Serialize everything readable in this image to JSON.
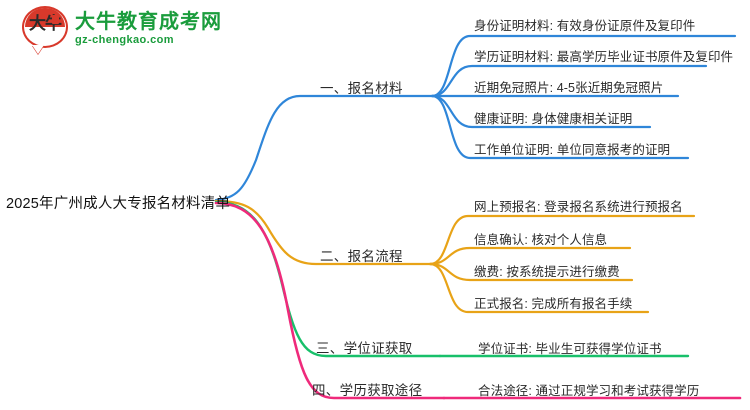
{
  "logo": {
    "badge_chars": "大牛",
    "title": "大牛教育成考网",
    "subtitle": "gz-chengkao.com",
    "brand_green": "#1a9c3c",
    "brand_red": "#d8392b"
  },
  "mindmap": {
    "root": "2025年广州成人大专报名材料清单",
    "branches": [
      {
        "label": "一、报名材料",
        "color": "#2f86d9",
        "children": [
          "身份证明材料: 有效身份证原件及复印件",
          "学历证明材料: 最高学历毕业证书原件及复印件",
          "近期免冠照片: 4-5张近期免冠照片",
          "健康证明: 身体健康相关证明",
          "工作单位证明: 单位同意报考的证明"
        ]
      },
      {
        "label": "二、报名流程",
        "color": "#e8a317",
        "children": [
          "网上预报名: 登录报名系统进行预报名",
          "信息确认: 核对个人信息",
          "缴费: 按系统提示进行缴费",
          "正式报名: 完成所有报名手续"
        ]
      },
      {
        "label": "三、学位证获取",
        "color": "#18c06a",
        "children": [
          "学位证书: 毕业生可获得学位证书"
        ]
      },
      {
        "label": "四、学历获取途径",
        "color": "#ef2a7b",
        "children": [
          "合法途径: 通过正规学习和考试获得学历"
        ]
      }
    ]
  }
}
